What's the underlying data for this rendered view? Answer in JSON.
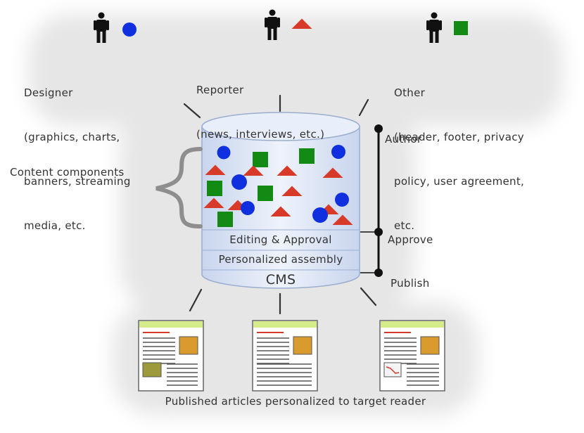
{
  "contributors": [
    {
      "shape": "circle",
      "color": "#1030e0",
      "label_lines": [
        "Designer",
        "(graphics, charts,",
        "banners, streaming",
        "media, etc."
      ]
    },
    {
      "shape": "triangle",
      "color": "#d83a2a",
      "label_lines": [
        "Reporter",
        "(news, interviews, etc.)"
      ]
    },
    {
      "shape": "square",
      "color": "#138a13",
      "label_lines": [
        "Other",
        "(header, footer, privacy",
        "policy, user agreement,",
        "etc."
      ]
    }
  ],
  "repository": {
    "content_label": "Content components",
    "editing_label": "Editing & Approval",
    "assembly_label": "Personalized assembly",
    "cms_label": "CMS"
  },
  "workflow": {
    "stages": [
      "Author",
      "Approve",
      "Publish"
    ]
  },
  "output": {
    "article_count": 3,
    "caption": "Published articles personalized to target reader"
  },
  "colors": {
    "circle": "#1030e0",
    "triangle": "#d83a2a",
    "square": "#138a13",
    "cylinder_fill": "#dde6f6",
    "cylinder_stroke": "#9aaed0",
    "article_header": "#d5eb8a",
    "article_image": "#d99a2e",
    "article_image_alt": "#9c9a3a",
    "text": "#333333"
  }
}
